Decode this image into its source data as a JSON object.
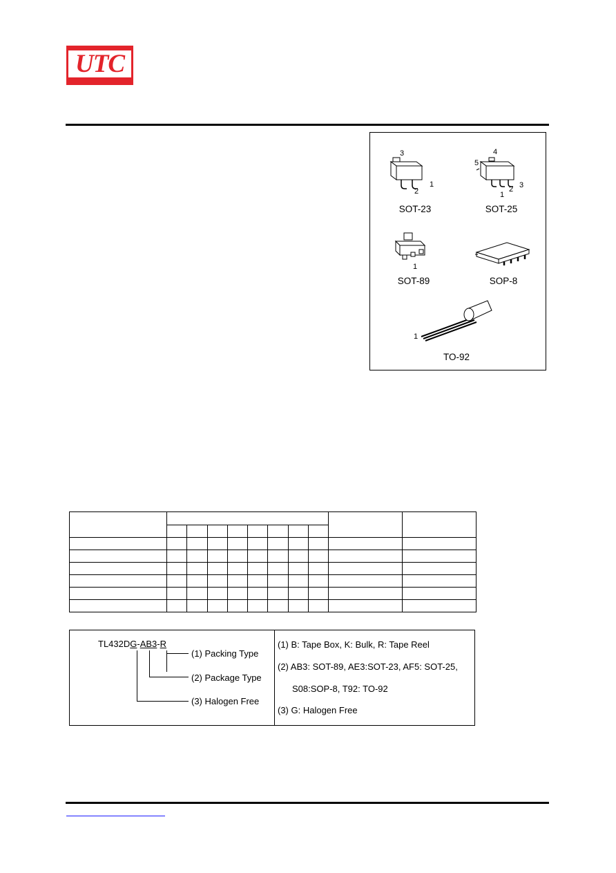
{
  "header": {
    "logo_text": "UTC",
    "logo_color": "#e3242b"
  },
  "packages": [
    {
      "label": "SOT-23",
      "pins": [
        "3",
        "2",
        "1"
      ]
    },
    {
      "label": "SOT-25",
      "pins": [
        "4",
        "5",
        "1",
        "2",
        "3"
      ]
    },
    {
      "label": "SOT-89",
      "pins": [
        "1"
      ]
    },
    {
      "label": "SOP-8",
      "pins": []
    },
    {
      "label": "TO-92",
      "pins": [
        "1"
      ]
    }
  ],
  "ordering": {
    "part_prefix": "TL432D",
    "part_g": "G",
    "part_sep1": "-",
    "part_pkg": "AB3",
    "part_sep2": "-",
    "part_r": "R",
    "callouts": [
      "(1) Packing Type",
      "(2) Package Type",
      "(3) Halogen Free"
    ],
    "notes": [
      "(1) B: Tape Box, K: Bulk, R: Tape Reel",
      "(2) AB3: SOT-89, AE3:SOT-23, AF5: SOT-25,",
      "S08:SOP-8, T92: TO-92",
      "(3) G: Halogen Free"
    ]
  },
  "colors": {
    "link": "#1a1aff"
  }
}
